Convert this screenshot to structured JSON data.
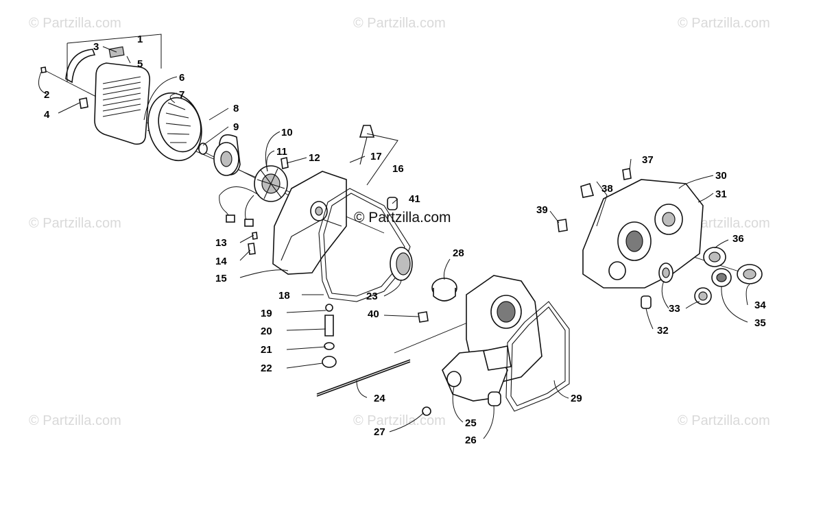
{
  "watermark": "© Partzilla.com",
  "center_watermark": "© Partzilla.com",
  "callouts": [
    "1",
    "2",
    "3",
    "4",
    "5",
    "6",
    "7",
    "8",
    "9",
    "10",
    "11",
    "12",
    "13",
    "14",
    "15",
    "16",
    "17",
    "18",
    "19",
    "20",
    "21",
    "22",
    "23",
    "24",
    "25",
    "26",
    "27",
    "28",
    "29",
    "30",
    "31",
    "32",
    "33",
    "34",
    "35",
    "36",
    "37",
    "38",
    "39",
    "40",
    "41"
  ]
}
